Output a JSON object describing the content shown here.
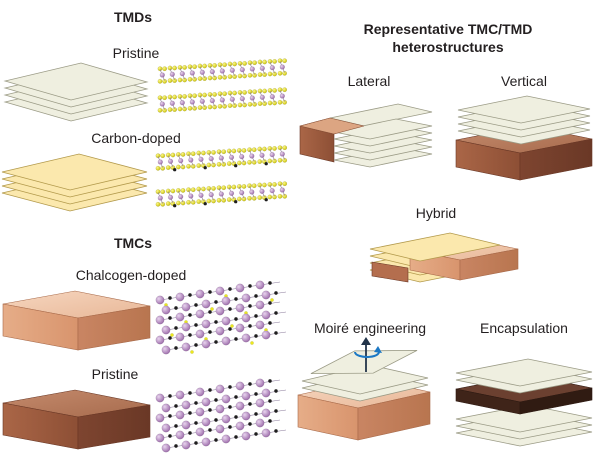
{
  "tmd": {
    "heading": "TMDs",
    "pristine_label": "Pristine",
    "carbon_label": "Carbon-doped"
  },
  "tmc": {
    "heading": "TMCs",
    "chalcogen_label": "Chalcogen-doped",
    "pristine_label": "Pristine"
  },
  "hetero": {
    "heading_line1": "Representative TMC/TMD",
    "heading_line2": "heterostructures",
    "lateral_label": "Lateral",
    "vertical_label": "Vertical",
    "hybrid_label": "Hybrid",
    "moire_label": "Moiré engineering",
    "encapsulation_label": "Encapsulation"
  },
  "colors": {
    "tmd_sheet_pristine": "#eeeedd",
    "tmd_sheet_carbon": "#fbe8ad",
    "tmc_block_light": "#e2a984",
    "tmc_block_dark": "#a86649",
    "tmc_block_darkest": "#4f2f22",
    "metal_atom": "#b98ec4",
    "chalcogen_atom": "#ece81c",
    "carbon_atom": "#1e1e1e"
  },
  "icons": {
    "rotation": "rotation-arrow-icon"
  }
}
